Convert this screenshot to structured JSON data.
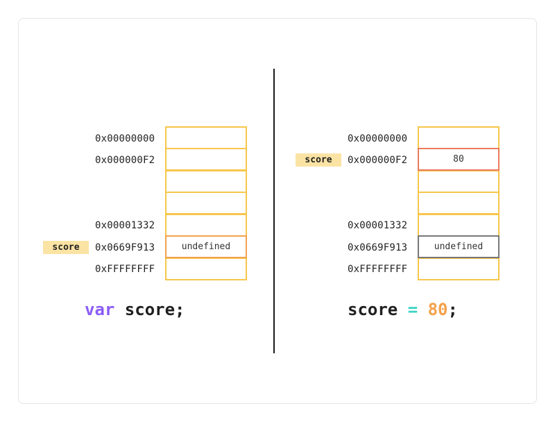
{
  "left": {
    "addresses": [
      "0x00000000",
      "0x000000F2",
      "0x00001332",
      "0x0669F913",
      "0xFFFFFFFF"
    ],
    "variable_tag": "score",
    "cell_value": "undefined",
    "code": {
      "keyword": "var",
      "rest": " score;"
    }
  },
  "right": {
    "addresses": [
      "0x00000000",
      "0x000000F2",
      "0x00001332",
      "0x0669F913",
      "0xFFFFFFFF"
    ],
    "variable_tag": "score",
    "new_value": "80",
    "old_value": "undefined",
    "code": {
      "name": "score",
      "op": "=",
      "value": "80",
      "end": ";"
    }
  },
  "colors": {
    "cell_border": "#f7c64a",
    "highlight_new": "#ea7b5c",
    "highlight_old": "#777777",
    "keyword": "#8b5cf6",
    "operator": "#38d3c4",
    "number": "#f5a04a",
    "tag_bg": "#fbe3a4"
  }
}
